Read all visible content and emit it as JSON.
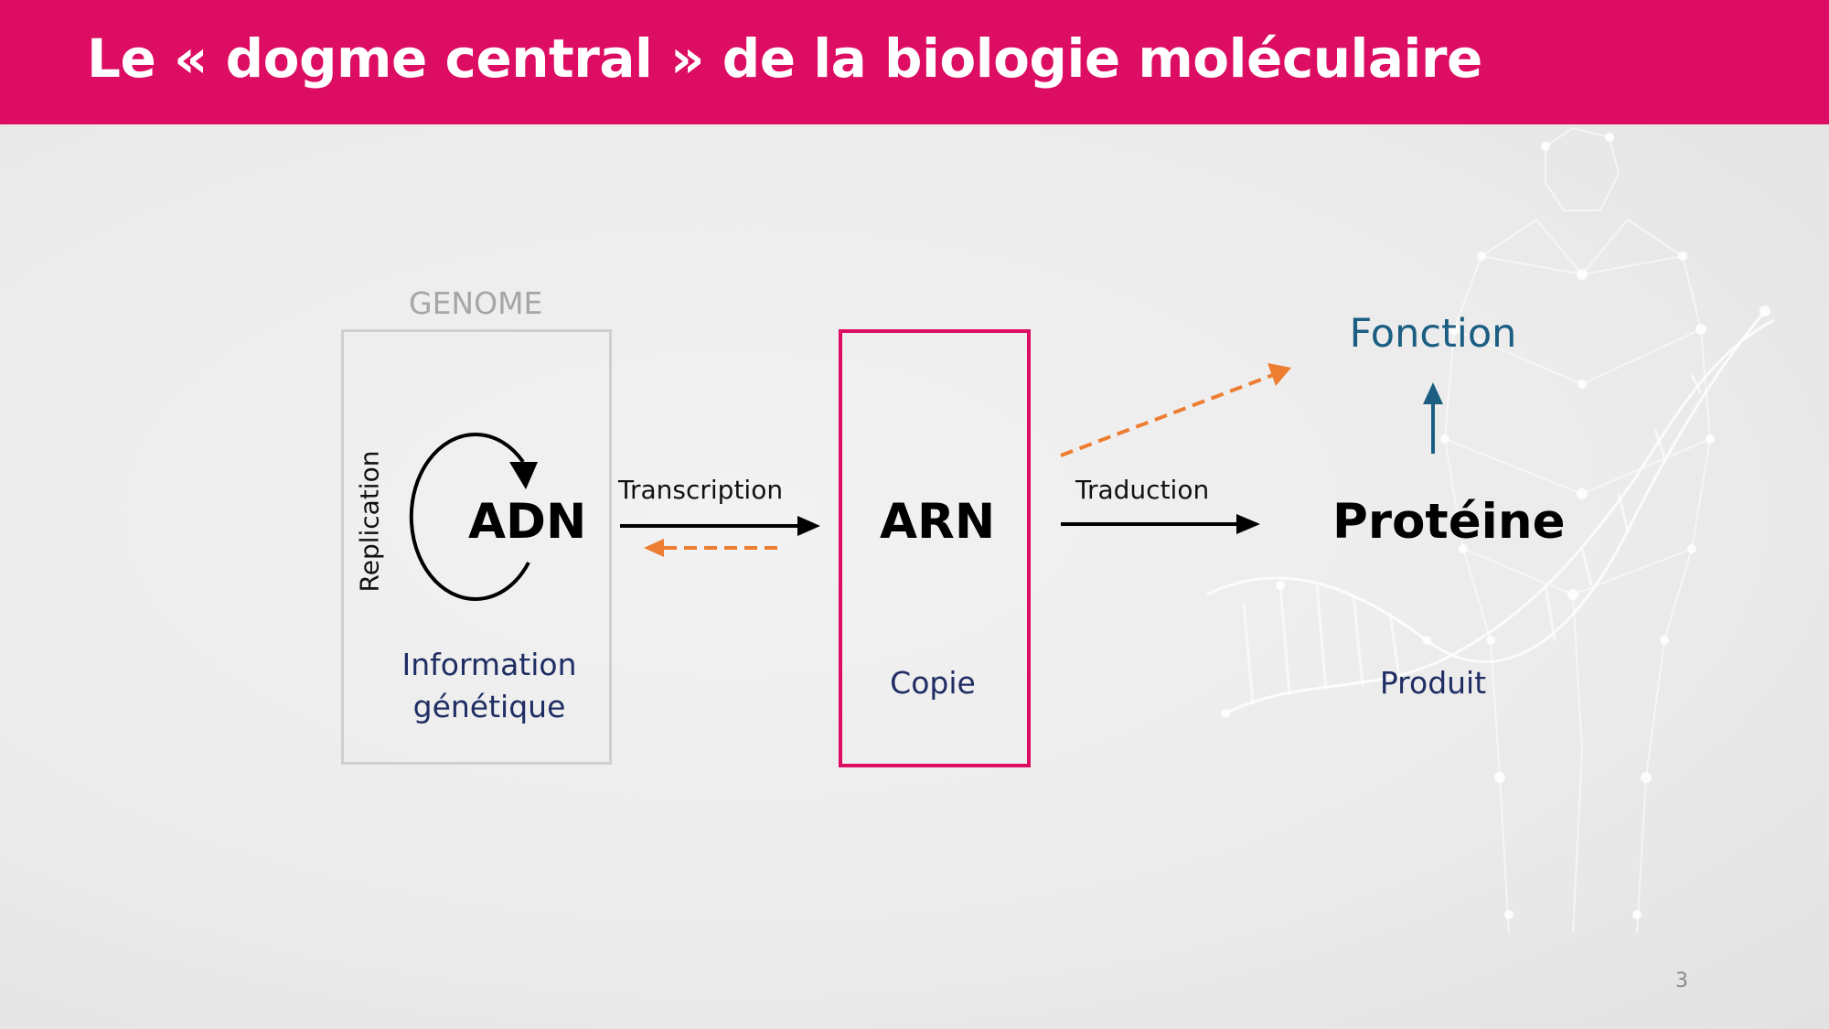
{
  "slide": {
    "title": "Le « dogme central » de la biologie moléculaire",
    "page_number": "3"
  },
  "diagram": {
    "genome_label": "GENOME",
    "replication_label": "Replication",
    "dna": {
      "label": "ADN",
      "caption_line1": "Information",
      "caption_line2": "génétique"
    },
    "rna": {
      "label": "ARN",
      "caption": "Copie"
    },
    "protein": {
      "label": "Protéine",
      "caption": "Produit"
    },
    "function_label": "Fonction",
    "transcription_label": "Transcription",
    "translation_label": "Traduction"
  },
  "colors": {
    "header": "#dc0d62",
    "rna_box": "#dc0d62",
    "reverse_arrows": "#ed7d31",
    "function": "#1b5e82",
    "captions": "#1f2d63",
    "genome_box": "#cfcfcf"
  }
}
